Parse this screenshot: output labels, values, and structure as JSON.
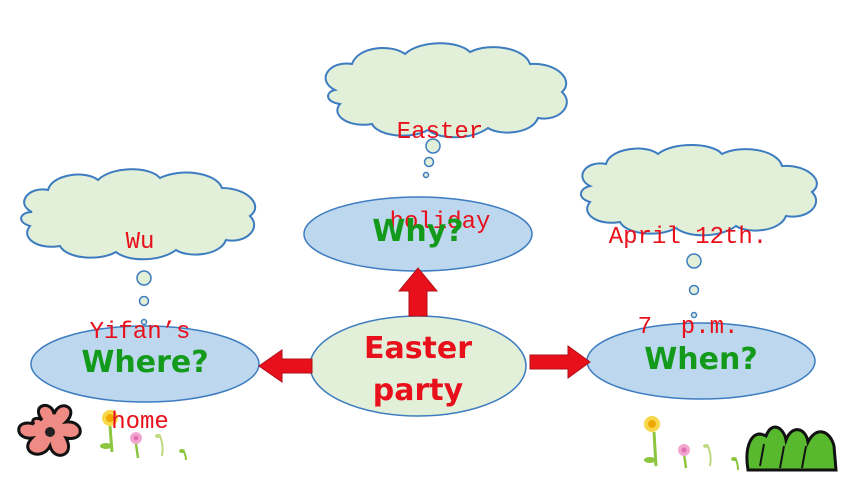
{
  "center_node": {
    "line1": "Easter",
    "line2": "party",
    "color": "#e8101a",
    "fill": "#e2efd9"
  },
  "question_nodes": {
    "why": "Why?",
    "where": "Where?",
    "when": "When?",
    "color": "#139a1b",
    "fill": "#bcd7ee"
  },
  "thought_clouds": {
    "why_answer": {
      "line1": "Easter",
      "line2": "holiday"
    },
    "where_answer": {
      "line1": "Wu",
      "line2": "Yifan’s",
      "line3": "home"
    },
    "when_answer": {
      "line1": "April 12th.",
      "line2": "7  p.m."
    },
    "text_color": "#e8101a",
    "fill": "#e2efd9"
  },
  "arrows": {
    "color": "#e8101a"
  },
  "decorations": {
    "left": [
      "pink-flower-icon",
      "yellow-flower-icon",
      "pink-daisy-icon",
      "sprout-icon"
    ],
    "right": [
      "yellow-flower-icon",
      "pink-daisy-icon",
      "sprout-icon",
      "green-grass-icon"
    ]
  }
}
